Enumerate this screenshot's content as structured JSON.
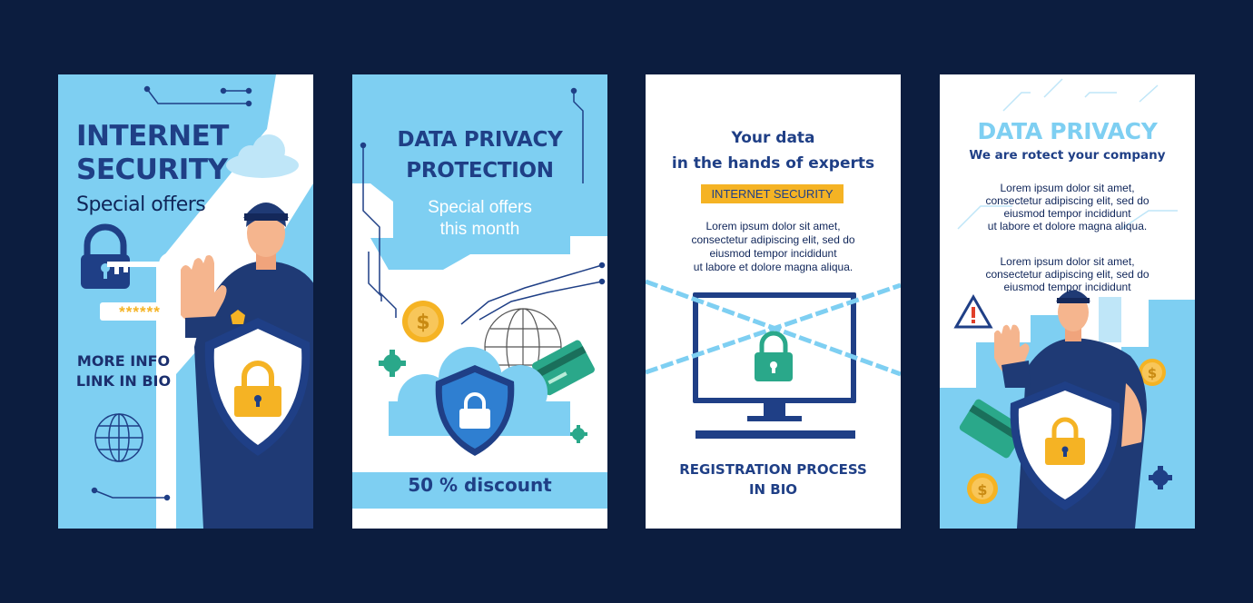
{
  "colors": {
    "background": "#0c1d3f",
    "light_blue": "#7ecff2",
    "navy": "#1f3f86",
    "dark_navy": "#0f2559",
    "gold": "#f5b324",
    "green": "#2aa88a",
    "white": "#ffffff"
  },
  "cards": [
    {
      "title_line1": "INTERNET",
      "title_line2": "SECURITY",
      "subtitle": "Special offers",
      "password": "******",
      "cta_line1": "MORE INFO",
      "cta_line2": "LINK IN BIO",
      "icons": [
        "padlock-icon",
        "key-icon",
        "cloud-icon",
        "globe-icon",
        "shield-icon",
        "police-officer"
      ]
    },
    {
      "title_line1": "DATA PRIVACY",
      "title_line2": "PROTECTION",
      "subtitle_line1": "Special offers",
      "subtitle_line2": "this month",
      "discount": "50 % discount",
      "icons": [
        "dollar-coin-icon",
        "globe-icon",
        "credit-card-icon",
        "gear-icon",
        "cloud-icon",
        "shield-icon"
      ]
    },
    {
      "title_line1": "Your data",
      "title_line2": "in the hands of experts",
      "badge": "INTERNET SECURITY",
      "body_lines": [
        "Lorem ipsum dolor sit amet,",
        "consectetur adipiscing elit, sed do",
        "eiusmod tempor incididunt",
        "ut labore et dolore magna aliqua."
      ],
      "cta_line1": "REGISTRATION PROCESS",
      "cta_line2": "IN BIO",
      "icons": [
        "chain-icon",
        "monitor-icon",
        "padlock-icon",
        "keyboard-icon"
      ]
    },
    {
      "title": "DATA PRIVACY",
      "tagline": "We are rotect your company",
      "para1_lines": [
        "Lorem ipsum dolor sit amet,",
        "consectetur adipiscing elit, sed do",
        "eiusmod tempor incididunt",
        "ut labore et dolore magna aliqua."
      ],
      "para2_lines": [
        "Lorem ipsum dolor sit amet,",
        "consectetur adipiscing elit, sed do",
        "eiusmod tempor incididunt"
      ],
      "icons": [
        "warning-icon",
        "dollar-coin-icon",
        "credit-card-icon",
        "gear-icon",
        "shield-icon",
        "police-officer"
      ]
    }
  ]
}
